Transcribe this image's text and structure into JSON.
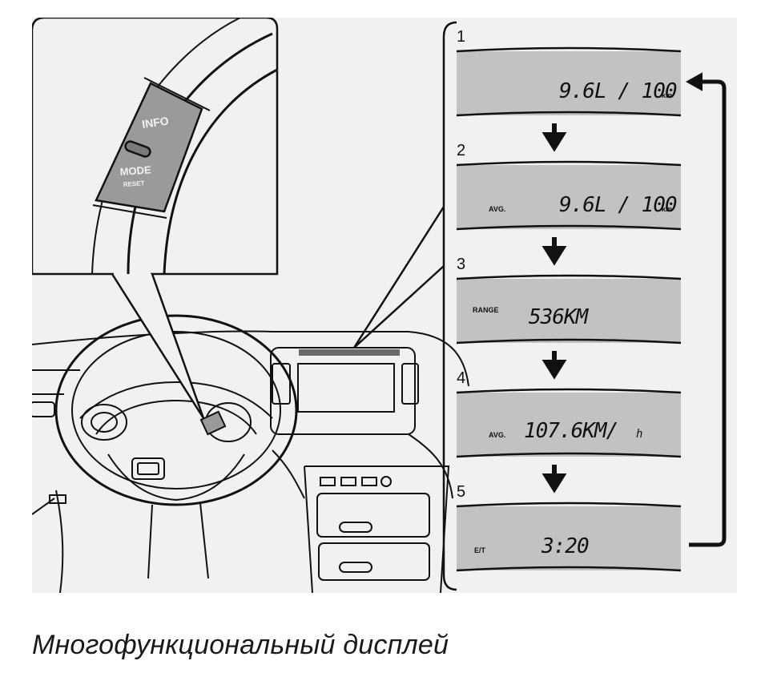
{
  "caption": "Многофункциональный дисплей",
  "steering_button": {
    "top_label": "INFO",
    "bottom_label": "MODE",
    "sub_label": "RESET"
  },
  "screens": [
    {
      "number": "1",
      "label": "",
      "value": "9.6L / 100",
      "unit": "km"
    },
    {
      "number": "2",
      "label": "AVG.",
      "value": "9.6L / 100",
      "unit": "km"
    },
    {
      "number": "3",
      "label": "RANGE",
      "value": "536KM",
      "unit": ""
    },
    {
      "number": "4",
      "label": "AVG.",
      "value": "107.6KM/",
      "unit": "h"
    },
    {
      "number": "5",
      "label": "E/T",
      "value": "3:20",
      "unit": ""
    }
  ],
  "colors": {
    "lcd_background": "#c2c2c2",
    "line": "#111111",
    "background": "#f1f1f1"
  }
}
